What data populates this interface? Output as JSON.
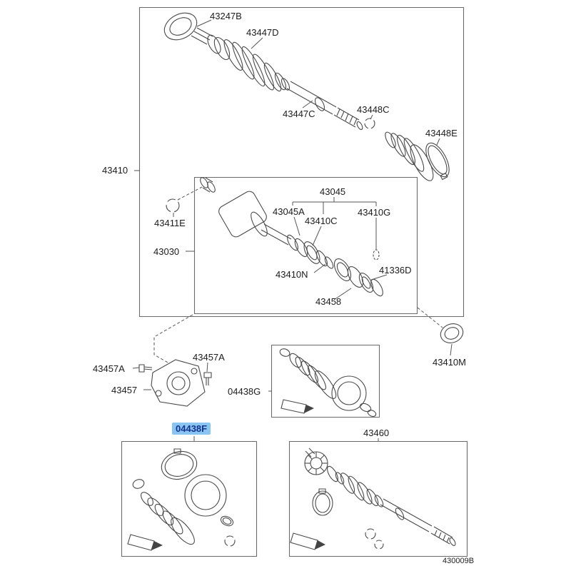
{
  "diagram": {
    "drawing_code": "430009B",
    "highlighted_part": "04438F",
    "colors": {
      "highlight_background": "#8ac4f0",
      "highlight_text": "#14338f",
      "line_color": "#4a4a4a",
      "box_border": "#6a6a6a",
      "label_text": "#1c1c1c"
    },
    "parts": [
      {
        "label": "43247B"
      },
      {
        "label": "43447D"
      },
      {
        "label": "43447C"
      },
      {
        "label": "43448C"
      },
      {
        "label": "43448E"
      },
      {
        "label": "43410"
      },
      {
        "label": "43411E"
      },
      {
        "label": "43030"
      },
      {
        "label": "43045"
      },
      {
        "label": "43045A"
      },
      {
        "label": "43410C"
      },
      {
        "label": "43410G"
      },
      {
        "label": "43410N"
      },
      {
        "label": "41336D"
      },
      {
        "label": "43458"
      },
      {
        "label": "43410M"
      },
      {
        "label": "43457A"
      },
      {
        "label": "43457A"
      },
      {
        "label": "43457"
      },
      {
        "label": "04438G"
      },
      {
        "label": "04438F",
        "highlighted": true
      },
      {
        "label": "43460"
      }
    ]
  }
}
